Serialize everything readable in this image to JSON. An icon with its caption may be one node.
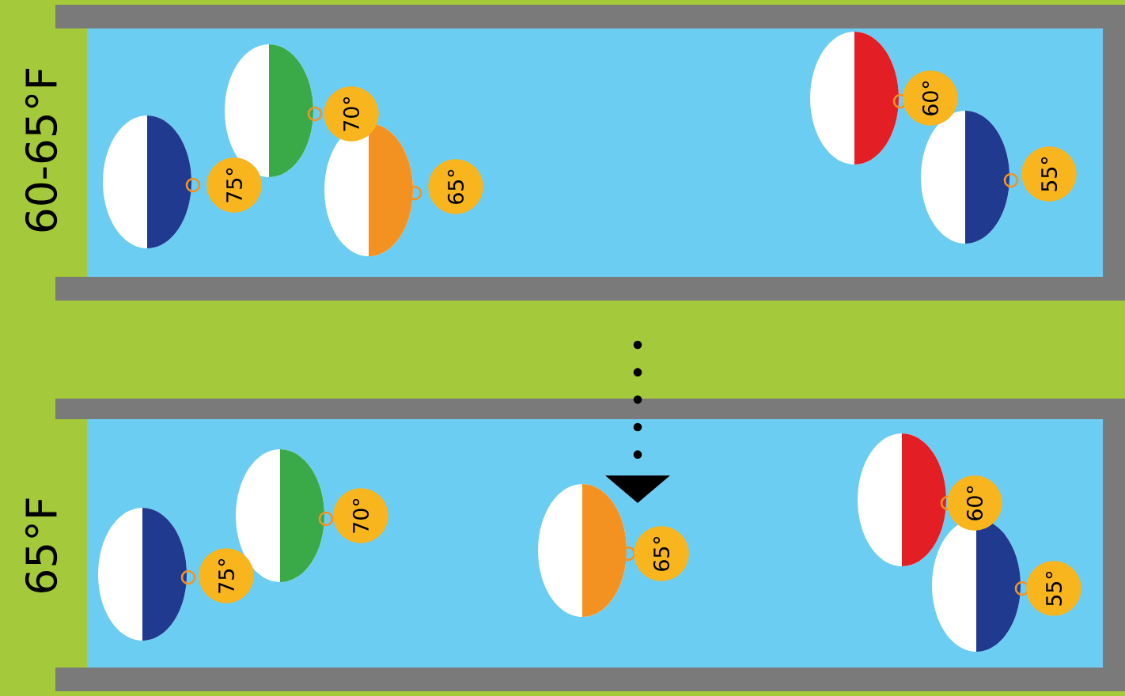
{
  "diagram": {
    "nodes": [
      {
        "text": [
          "60-65°F"
        ]
      },
      {
        "text": [
          "75°"
        ],
        "in": 0
      },
      {
        "text": [
          "70°"
        ],
        "in": 0
      },
      {
        "text": [
          "65°"
        ],
        "in": 0
      },
      {
        "text": [
          "60°"
        ],
        "in": 0
      },
      {
        "text": [
          "55°"
        ],
        "in": 0
      },
      {
        "text": [
          "65°F"
        ]
      },
      {
        "text": [
          "75°"
        ],
        "in": 6
      },
      {
        "text": [
          "70°"
        ],
        "in": 6
      },
      {
        "text": [
          "65°"
        ],
        "in": 6
      },
      {
        "text": [
          "60°"
        ],
        "in": 6
      },
      {
        "text": [
          "55°"
        ],
        "in": 6
      }
    ],
    "edges": [
      {
        "from": null,
        "to": 9,
        "arrow": "to",
        "style": "dashed"
      }
    ]
  }
}
